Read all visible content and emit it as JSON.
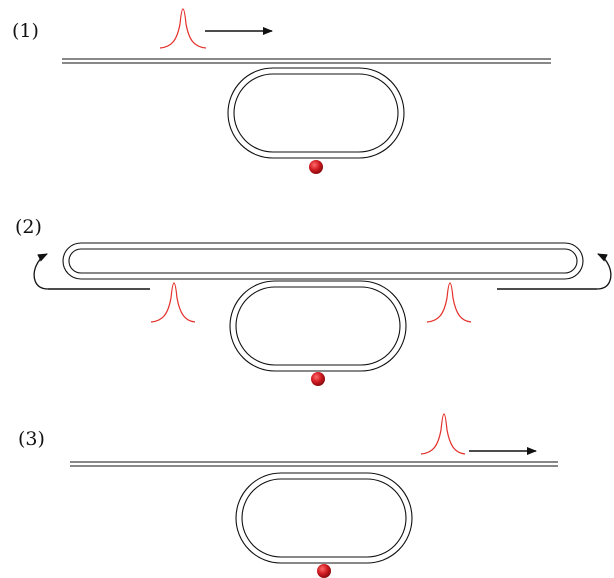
{
  "panels": [
    {
      "label": "(1)"
    },
    {
      "label": "(2)"
    },
    {
      "label": "(3)"
    }
  ],
  "colors": {
    "pulse": "#e4302b",
    "particle": "#c0161c",
    "line": "#111111"
  },
  "icons": [
    "arrow-right-icon",
    "curved-arrow-icon",
    "pulse-icon",
    "particle-icon"
  ]
}
